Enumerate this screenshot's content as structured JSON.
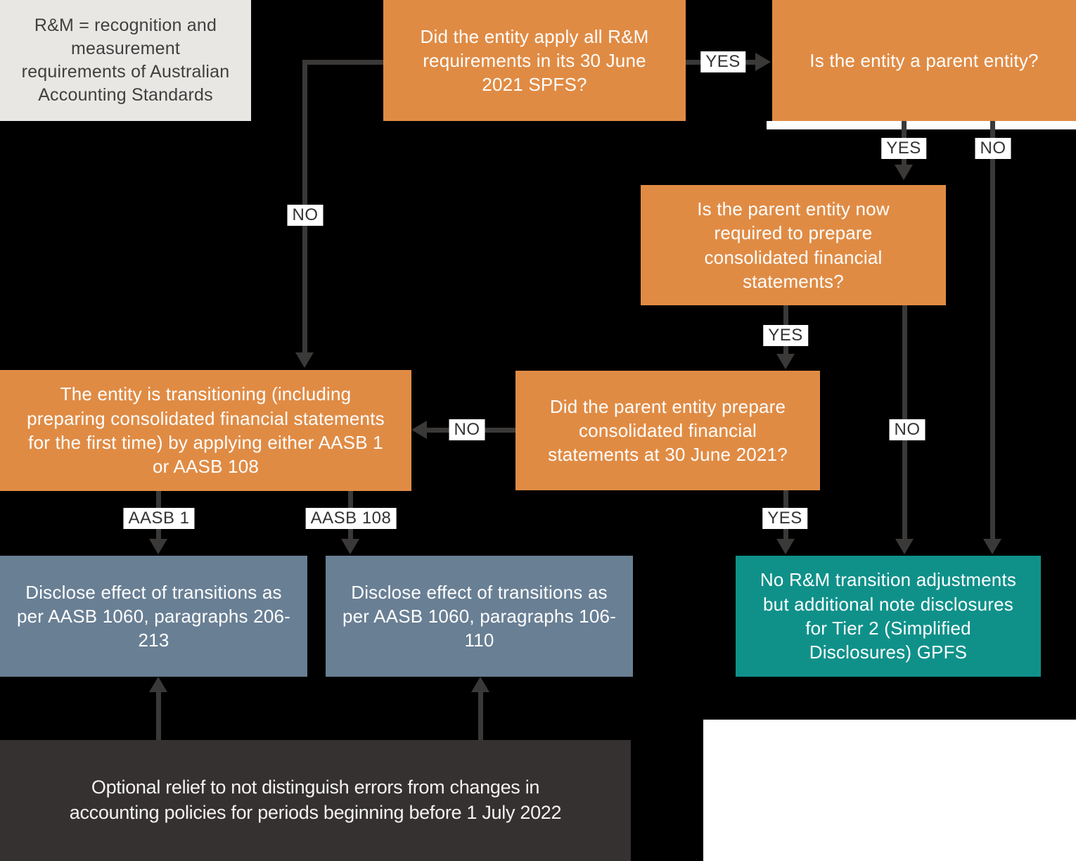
{
  "flowchart": {
    "legend_note": "R&M = recognition and measurement requirements of Australian Accounting Standards",
    "nodes": {
      "apply_rm": "Did the entity apply all R&M requirements in its 30 June 2021 SPFS?",
      "parent_entity": "Is the entity a parent entity?",
      "required_consolidated": "Is the parent entity now required to prepare consolidated financial statements?",
      "prepared_consolidated": "Did the parent entity prepare consolidated financial statements at 30 June 2021?",
      "transitioning": "The entity is transitioning (including preparing consolidated financial statements for the first time) by applying either AASB 1 or AASB 108",
      "disclose_206_213": "Disclose effect of transitions as per AASB 1060, paragraphs 206-213",
      "disclose_106_110": "Disclose effect of transitions as per AASB 1060, paragraphs 106-110",
      "tier2_gpfs": "No R&M transition adjustments but additional note disclosures for Tier 2 (Simplified Disclosures) GPFS",
      "optional_relief": "Optional relief to not distinguish errors from changes in accounting policies for periods beginning before 1 July 2022"
    },
    "edge_labels": {
      "yes": "YES",
      "no": "NO",
      "aasb_1": "AASB 1",
      "aasb_108": "AASB 108"
    },
    "colors": {
      "question_orange": "#e08b44",
      "outcome_slate": "#697f94",
      "outcome_teal": "#0f918a",
      "legend_gray": "#e9e7e4",
      "note_dark": "#343130",
      "connector_gray": "#3a3938",
      "background": "#000000",
      "label_bg": "#ffffff"
    }
  }
}
